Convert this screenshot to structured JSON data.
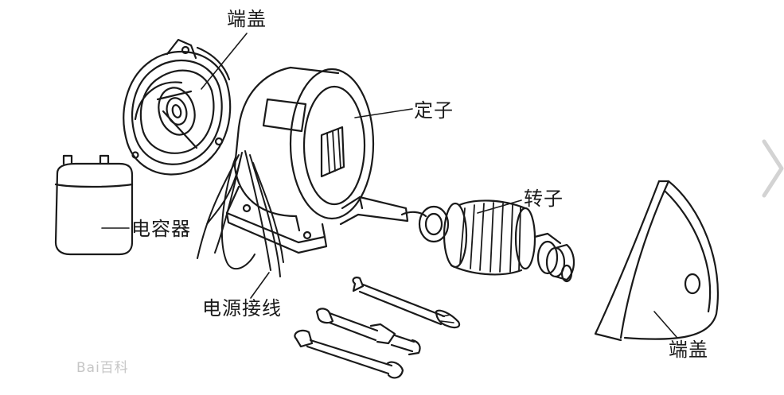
{
  "labels": {
    "end_cover_top": "端盖",
    "stator": "定子",
    "capacitor": "电容器",
    "rotor": "转子",
    "power_leads": "电源接线",
    "end_cover_bottom": "端盖"
  },
  "watermark": {
    "text": "Bai百科"
  },
  "colors": {
    "ink": "#1a1a1a",
    "paper": "#ffffff",
    "watermark": "#c6c6c6",
    "nav_arrow": "#d3d3d3"
  }
}
